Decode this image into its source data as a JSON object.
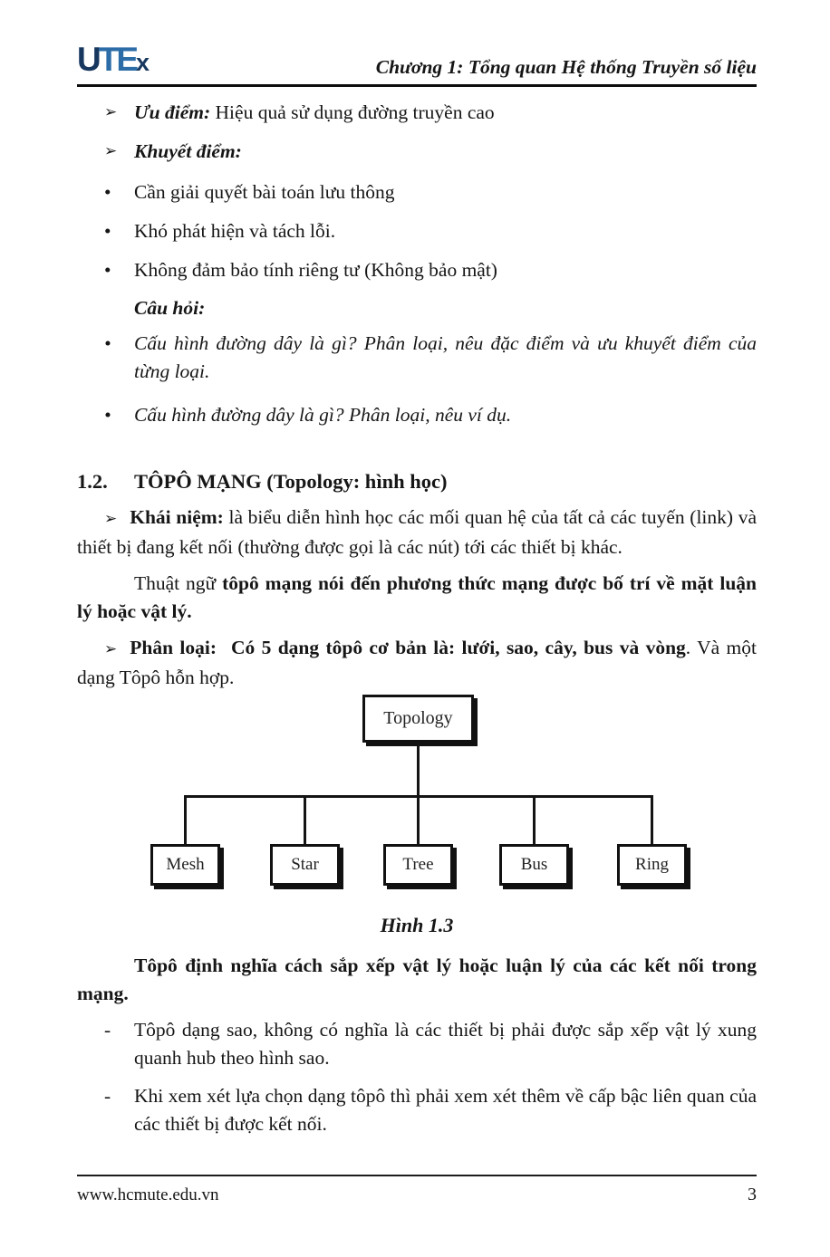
{
  "colors": {
    "logo_navy": "#17375e",
    "logo_blue": "#2c6da8",
    "text": "#161616"
  },
  "header": {
    "logo": {
      "u": "U",
      "te": "TE",
      "x": "x"
    },
    "chapter_title": "Chương 1: Tổng quan Hệ thống Truyền số liệu"
  },
  "markers": {
    "arrow": "➢",
    "disc": "•",
    "dash": "-"
  },
  "line_config": {
    "uu_diem_label": "Ưu điểm:",
    "uu_diem_text": " Hiệu quả sử dụng đường truyền cao",
    "khuyet_diem_label": "Khuyết điểm:"
  },
  "drawbacks": [
    "Cần giải quyết bài toán lưu thông",
    "Khó phát hiện và tách lỗi.",
    "Không đảm bảo tính riêng tư (Không bảo mật)"
  ],
  "questions_section": {
    "label": "Câu hỏi:",
    "items": [
      "Cấu hình đường dây là gì? Phân loại, nêu đặc điểm và ưu khuyết điểm của từng loại.",
      "Cấu hình đường dây là gì? Phân loại, nêu ví dụ."
    ]
  },
  "section": {
    "number": "1.2.",
    "title": "TÔPÔ MẠNG (Topology: hình học)"
  },
  "khai_niem": {
    "label": "Khái niệm:",
    "text": " là biểu diễn hình học các mối quan hệ của tất cả các tuyến (link) và thiết bị đang kết nối (thường được gọi là các nút) tới các thiết bị khác."
  },
  "thuat_ngu": {
    "lead": "Thuật ngữ ",
    "bold": "tôpô mạng nói đến phương thức mạng được bố trí về mặt luận lý hoặc vật lý."
  },
  "phan_loai": {
    "label": "Phân loại:",
    "bold_text": "Có 5 dạng tôpô cơ bản là: lưới, sao, cây, bus và vòng",
    "normal_text": ". Và một dạng Tôpô hỗn hợp."
  },
  "figure": {
    "root": "Topology",
    "children": [
      "Mesh",
      "Star",
      "Tree",
      "Bus",
      "Ring"
    ],
    "caption": "Hình 1.3"
  },
  "definition": "Tôpô định nghĩa cách sắp xếp vật lý hoặc luận lý của các kết nối trong mạng.",
  "notes": [
    "Tôpô dạng sao, không có nghĩa là các thiết bị phải được sắp xếp vật lý xung quanh hub theo hình sao.",
    "Khi xem xét lựa chọn dạng tôpô thì phải xem xét thêm về cấp bậc liên quan của các thiết bị được kết nối."
  ],
  "footer": {
    "url": "www.hcmute.edu.vn",
    "page_number": "3"
  }
}
